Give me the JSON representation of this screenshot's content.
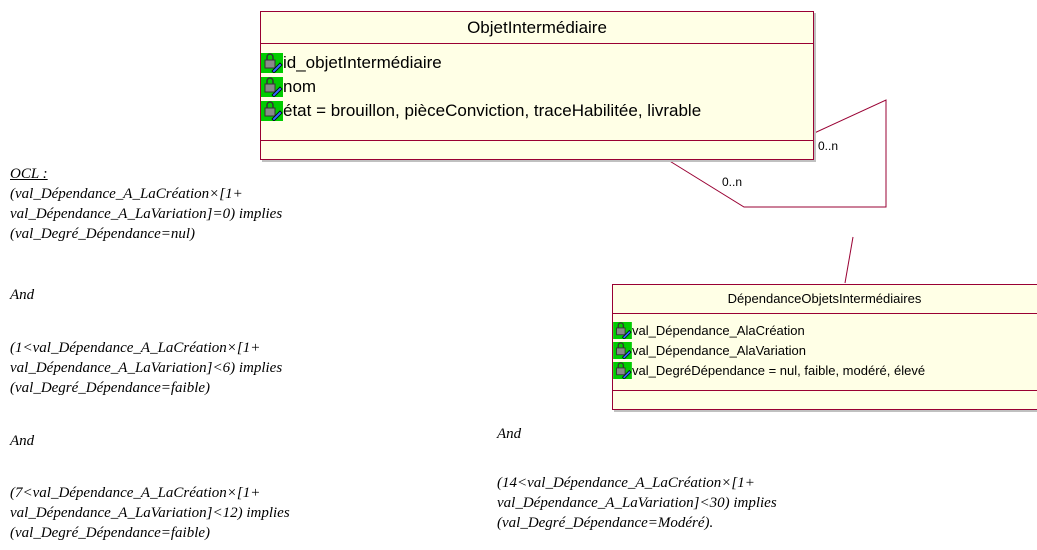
{
  "classes": {
    "objet": {
      "name": "ObjetIntermédiaire",
      "attributes": [
        "id_objetIntermédiaire",
        "nom",
        "état = brouillon, pièceConviction, traceHabilitée, livrable"
      ]
    },
    "dependance": {
      "name": "DépendanceObjetsIntermédiaires",
      "attributes": [
        "val_Dépendance_AlaCréation",
        "val_Dépendance_AlaVariation",
        "val_DegréDépendance = nul, faible, modéré, élevé"
      ]
    }
  },
  "multiplicities": {
    "right": "0..n",
    "bottom": "0..n"
  },
  "ocl": {
    "title": "OCL :",
    "rule1": "(val_Dépendance_A_LaCréation×[1+\nval_Dépendance_A_LaVariation]=0) implies\n(val_Degré_Dépendance=nul)",
    "and1": "And",
    "rule2": "(1<val_Dépendance_A_LaCréation×[1+\nval_Dépendance_A_LaVariation]<6) implies\n(val_Degré_Dépendance=faible)",
    "and2": "And",
    "rule3": "(7<val_Dépendance_A_LaCréation×[1+\nval_Dépendance_A_LaVariation]<12) implies\n(val_Degré_Dépendance=faible)",
    "and3": "And",
    "rule4": "(14<val_Dépendance_A_LaCréation×[1+\nval_Dépendance_A_LaVariation]<30) implies\n(val_Degré_Dépendance=Modéré)."
  },
  "colors": {
    "class_fill": "#ffffe6",
    "class_border": "#990033",
    "icon_green": "#00cc00",
    "icon_blue": "#3366ff",
    "line": "#990033"
  },
  "icons": {
    "attribute": "lock-key-icon"
  }
}
